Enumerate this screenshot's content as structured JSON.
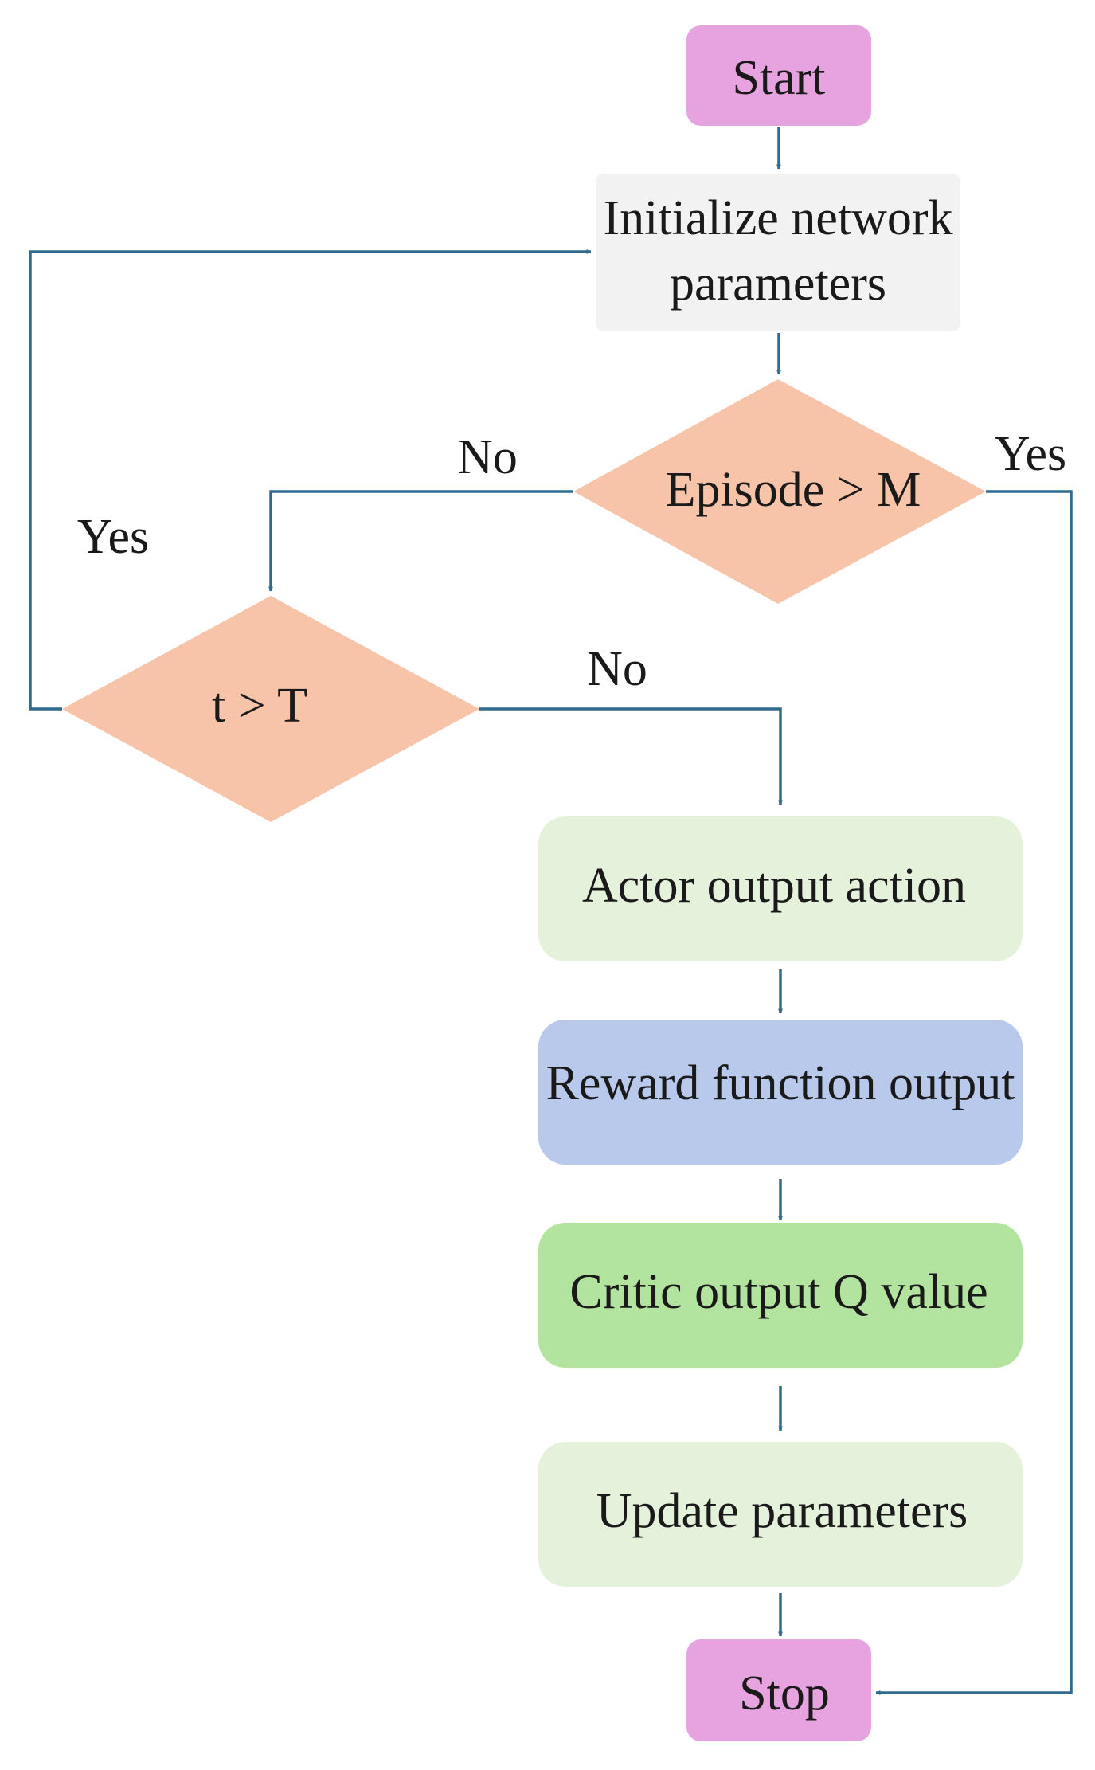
{
  "colors": {
    "terminal": "#e6a3df",
    "init": "#f2f2f2",
    "decision": "#f7c4aa",
    "light_green": "#e5f2db",
    "blue": "#b9c9ec",
    "green": "#b2e49f",
    "line": "#2f6a8f"
  },
  "nodes": {
    "start": "Start",
    "init_line1": "Initialize network",
    "init_line2": "parameters",
    "episode_check": "Episode >  M",
    "t_check": "t > T",
    "actor": "Actor output action",
    "reward": "Reward function output",
    "critic": "Critic output Q value",
    "update": "Update parameters",
    "stop": "Stop"
  },
  "edges": {
    "episode_no": "No",
    "episode_yes": "Yes",
    "t_yes": "Yes",
    "t_no": "No"
  }
}
